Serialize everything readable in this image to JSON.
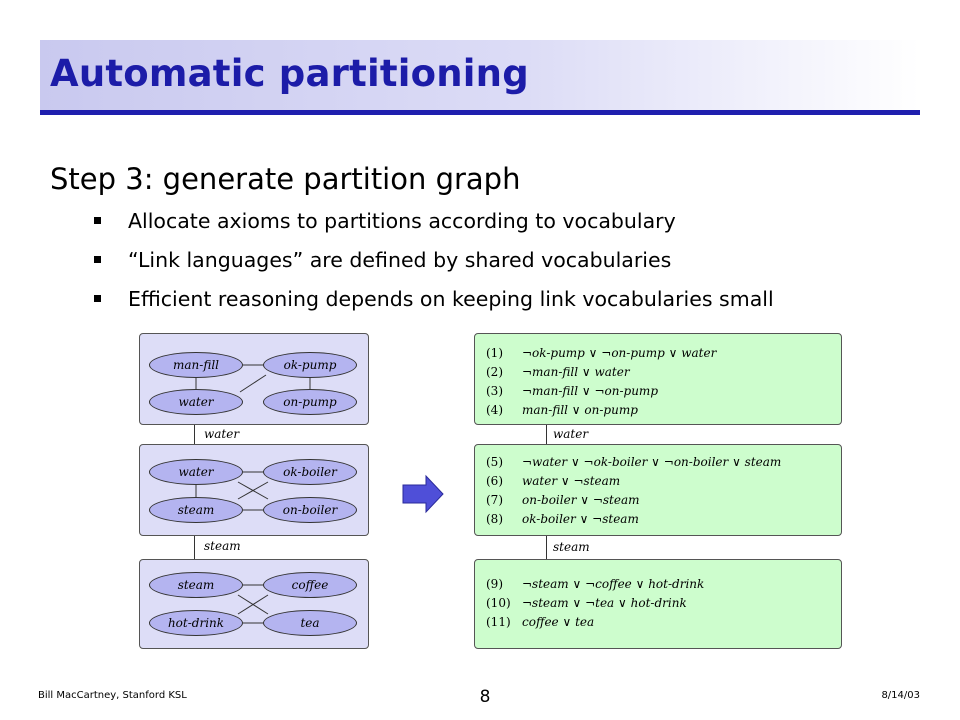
{
  "title": "Automatic partitioning",
  "subtitle": "Step 3: generate partition graph",
  "bullets": [
    "Allocate axioms to partitions according to vocabulary",
    "“Link languages” are defined by shared vocabularies",
    "Efficient reasoning depends on keeping link vocabularies small"
  ],
  "graph": {
    "partition1": {
      "nodes": [
        "man-fill",
        "ok-pump",
        "water",
        "on-pump"
      ]
    },
    "link1": "water",
    "partition2": {
      "nodes": [
        "water",
        "ok-boiler",
        "steam",
        "on-boiler"
      ]
    },
    "link2": "steam",
    "partition3": {
      "nodes": [
        "steam",
        "coffee",
        "hot-drink",
        "tea"
      ]
    }
  },
  "axioms": {
    "block1": [
      {
        "n": "(1)",
        "f": "¬ok-pump ∨ ¬on-pump ∨ water"
      },
      {
        "n": "(2)",
        "f": "¬man-fill ∨ water"
      },
      {
        "n": "(3)",
        "f": "¬man-fill ∨ ¬on-pump"
      },
      {
        "n": "(4)",
        "f": "man-fill ∨ on-pump"
      }
    ],
    "link1": "water",
    "block2": [
      {
        "n": "(5)",
        "f": "¬water ∨ ¬ok-boiler ∨ ¬on-boiler ∨ steam"
      },
      {
        "n": "(6)",
        "f": "water ∨ ¬steam"
      },
      {
        "n": "(7)",
        "f": "on-boiler ∨ ¬steam"
      },
      {
        "n": "(8)",
        "f": "ok-boiler ∨ ¬steam"
      }
    ],
    "link2": "steam",
    "block3": [
      {
        "n": "(9)",
        "f": "¬steam ∨ ¬coffee ∨ hot-drink"
      },
      {
        "n": "(10)",
        "f": "¬steam ∨ ¬tea ∨ hot-drink"
      },
      {
        "n": "(11)",
        "f": "coffee ∨ tea"
      }
    ]
  },
  "footer": {
    "left": "Bill MacCartney, Stanford KSL",
    "page": "8",
    "right": "8/14/03"
  }
}
